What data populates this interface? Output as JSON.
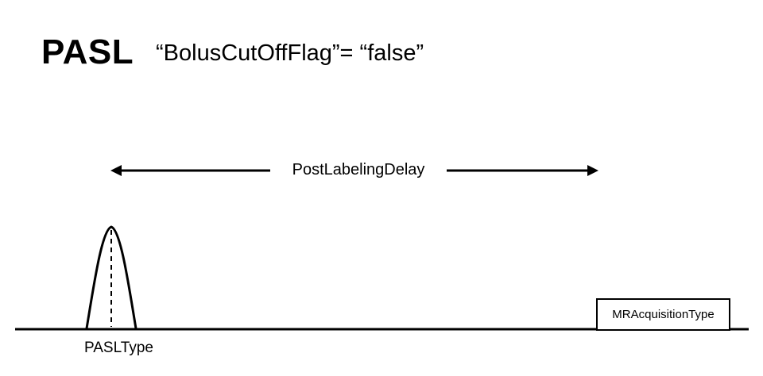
{
  "header": {
    "title": "PASL",
    "subtitle": "“BolusCutOffFlag”= “false”"
  },
  "timing": {
    "delay_label": "PostLabelingDelay"
  },
  "sequence": {
    "acquisition_label": "MRAcquisitionType",
    "labeling_label": "PASLType"
  },
  "colors": {
    "stroke": "#000000",
    "background": "#ffffff"
  }
}
